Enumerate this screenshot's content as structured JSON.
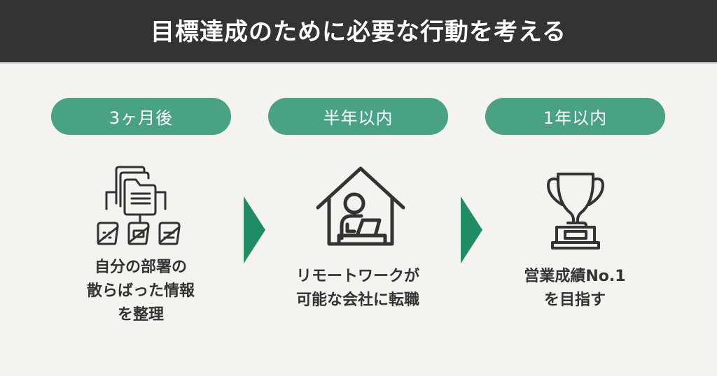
{
  "header": {
    "title": "目標達成のために必要な行動を考える"
  },
  "colors": {
    "header_bg": "#333333",
    "background": "#f4f3ef",
    "pill_bg": "#48a283",
    "arrow": "#1f8c65",
    "icon_stroke": "#333333",
    "text": "#333333"
  },
  "steps": [
    {
      "timeframe": "3ヶ月後",
      "icon": "folder-hierarchy-icon",
      "lines": [
        "自分の部署の",
        "散らばった情報",
        "を整理"
      ]
    },
    {
      "timeframe": "半年以内",
      "icon": "home-remote-work-icon",
      "lines": [
        "リモートワークが",
        "可能な会社に転職"
      ]
    },
    {
      "timeframe": "1年以内",
      "icon": "trophy-icon",
      "lines": [
        "営業成績No.1",
        "を目指す"
      ]
    }
  ],
  "arrows": [
    {
      "icon": "arrow-right-icon"
    },
    {
      "icon": "arrow-right-icon"
    }
  ]
}
